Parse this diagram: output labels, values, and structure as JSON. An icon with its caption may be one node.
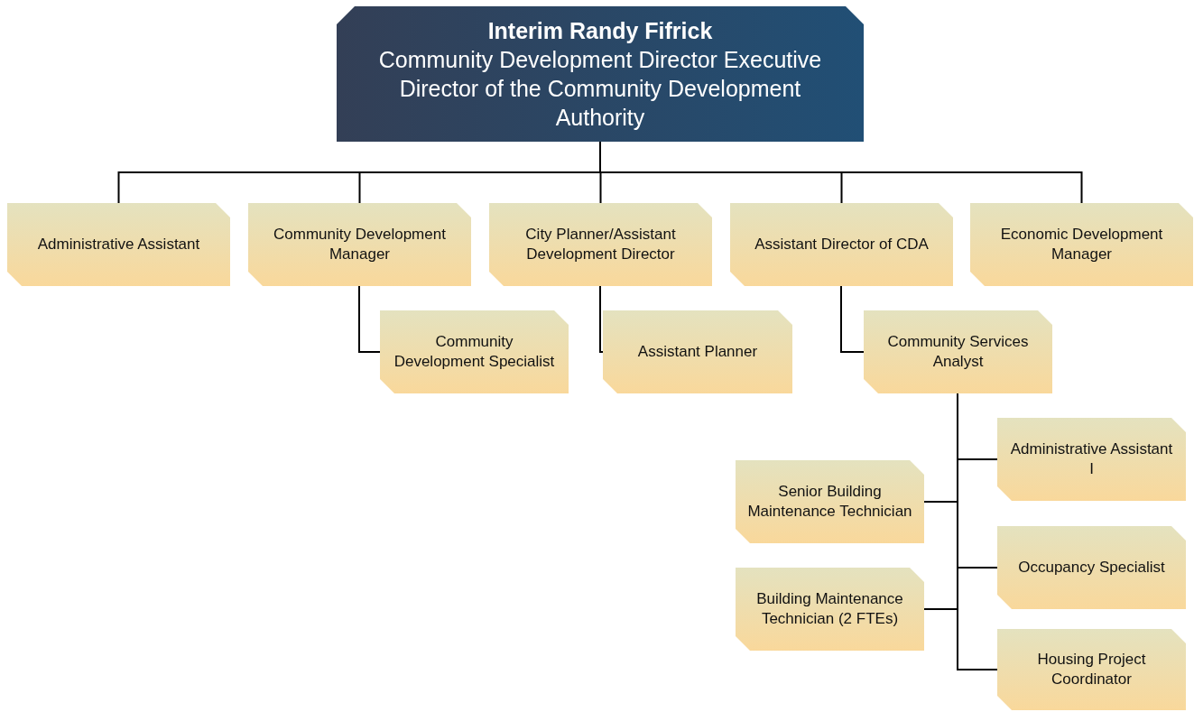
{
  "diagram": {
    "nodes": [
      {
        "text": [
          "Interim Randy Fifrick",
          "Community Development Director Executive Director of the Community Development Authority"
        ]
      },
      {
        "text": [
          "Administrative Assistant"
        ]
      },
      {
        "text": [
          "Community Development Manager"
        ]
      },
      {
        "text": [
          "City Planner/Assistant Development Director"
        ]
      },
      {
        "text": [
          "Assistant Director of CDA"
        ]
      },
      {
        "text": [
          "Economic Development Manager"
        ]
      },
      {
        "text": [
          "Community Development Specialist"
        ]
      },
      {
        "text": [
          "Assistant Planner"
        ]
      },
      {
        "text": [
          "Community Services Analyst"
        ]
      },
      {
        "text": [
          "Administrative Assistant I"
        ]
      },
      {
        "text": [
          "Senior Building Maintenance Technician"
        ]
      },
      {
        "text": [
          "Occupancy Specialist"
        ]
      },
      {
        "text": [
          "Building Maintenance Technician (2 FTEs)"
        ]
      },
      {
        "text": [
          "Housing Project Coordinator"
        ]
      }
    ],
    "edges": [
      {
        "from": 0,
        "to": 1,
        "arrow": "none"
      },
      {
        "from": 0,
        "to": 2,
        "arrow": "none"
      },
      {
        "from": 0,
        "to": 3,
        "arrow": "none"
      },
      {
        "from": 0,
        "to": 4,
        "arrow": "none"
      },
      {
        "from": 0,
        "to": 5,
        "arrow": "none"
      },
      {
        "from": 2,
        "to": 6,
        "arrow": "none"
      },
      {
        "from": 3,
        "to": 7,
        "arrow": "none"
      },
      {
        "from": 4,
        "to": 8,
        "arrow": "none"
      },
      {
        "from": 8,
        "to": 9,
        "arrow": "none"
      },
      {
        "from": 8,
        "to": 10,
        "arrow": "none"
      },
      {
        "from": 8,
        "to": 11,
        "arrow": "none"
      },
      {
        "from": 8,
        "to": 12,
        "arrow": "none"
      },
      {
        "from": 8,
        "to": 13,
        "arrow": "none"
      }
    ]
  }
}
